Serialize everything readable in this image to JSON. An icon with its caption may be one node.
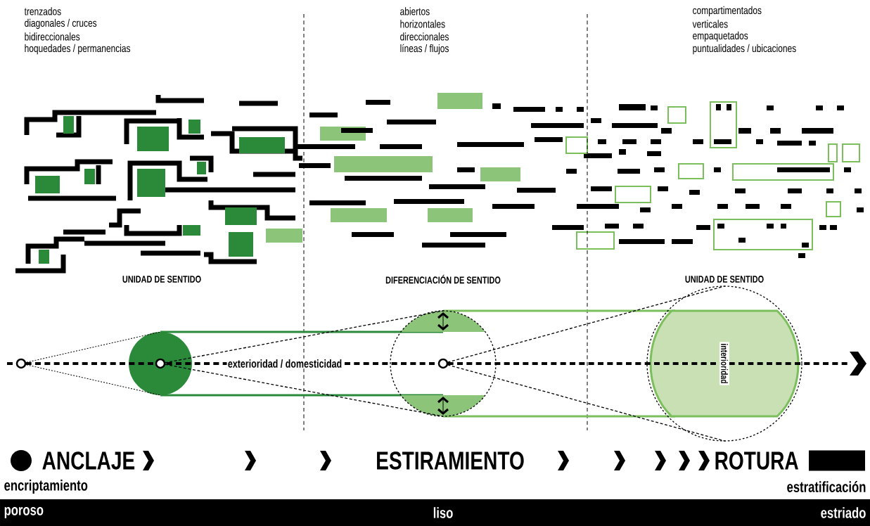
{
  "diagram": {
    "nodes": [
      {
        "text": [
          "interioridad"
        ]
      },
      {
        "text": [],
        "shape": "circle"
      },
      {
        "text": [],
        "shape": "box"
      }
    ],
    "labels": [
      "trenzados",
      "diagonales / cruces",
      "bidireccionales",
      "hoquedades / permanencias",
      "abiertos",
      "horizontales",
      "direccionales",
      "líneas / flujos",
      "compartimentados",
      "verticales",
      "empaquetados",
      "puntualidades / ubicaciones",
      "UNIDAD DE SENTIDO",
      "DIFERENCIACIÓN DE SENTIDO",
      "UNIDAD DE SENTIDO",
      "exterioridad / domesticidad",
      "ANCLAJE",
      "ESTIRAMIENTO",
      "ROTURA",
      "encriptamiento",
      "estratificación",
      "poroso",
      "liso",
      "estriado"
    ]
  }
}
